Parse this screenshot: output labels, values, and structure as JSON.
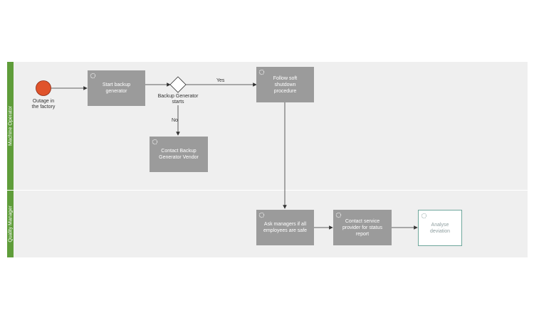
{
  "lanes": [
    {
      "id": "machine-operator",
      "title": "Machine Operator"
    },
    {
      "id": "quality-manager",
      "title": "Quality Manager"
    }
  ],
  "events": {
    "start": {
      "label_line1": "Outage in",
      "label_line2": "the factory",
      "color": "#e0532b"
    }
  },
  "tasks": {
    "start_backup": {
      "line1": "Start backup",
      "line2": "generator"
    },
    "follow_soft": {
      "line1": "Follow soft",
      "line2": "shutdown",
      "line3": "procedure"
    },
    "contact_vendor": {
      "line1": "Contact Backup",
      "line2": "Generator Vendor"
    },
    "ask_managers": {
      "line1": "Ask managers if all",
      "line2": "employees are safe"
    },
    "contact_service": {
      "line1": "Contact service",
      "line2": "provider for status",
      "line3": "report"
    },
    "analyse": {
      "line1": "Analyse",
      "line2": "deviation"
    }
  },
  "gateway": {
    "line1": "Backup Generator",
    "line2": "starts"
  },
  "flows": {
    "yes_label": "Yes",
    "no_label": "No"
  },
  "colors": {
    "lane_bar": "#5f9d3a",
    "task_fill": "#9b9b9b",
    "lane_bg": "#efefef"
  },
  "icons": {
    "task_marker": "loop-icon"
  }
}
